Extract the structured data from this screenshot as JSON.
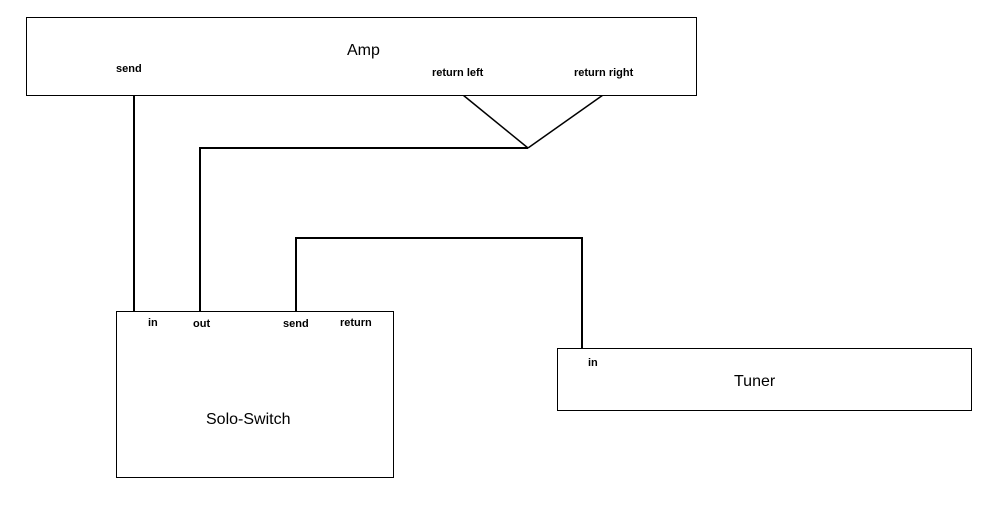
{
  "colors": {
    "line": "#000000",
    "background": "#ffffff"
  },
  "amp": {
    "title": "Amp",
    "send_label": "send",
    "return_left_label": "return left",
    "return_right_label": "return right"
  },
  "solo_switch": {
    "title": "Solo-Switch",
    "in_label": "in",
    "out_label": "out",
    "send_label": "send",
    "return_label": "return"
  },
  "tuner": {
    "title": "Tuner",
    "in_label": "in"
  }
}
